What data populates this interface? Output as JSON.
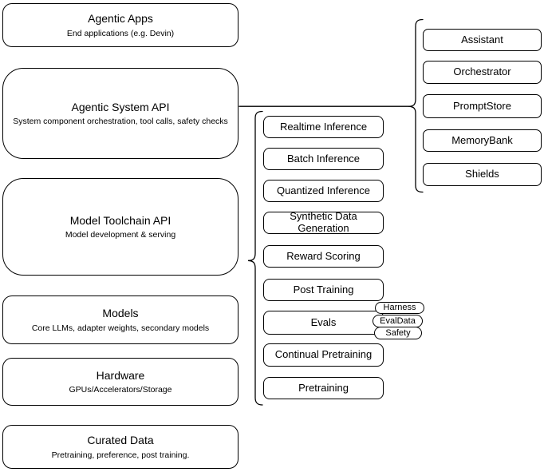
{
  "diagram": {
    "left_stack": [
      {
        "title": "Agentic Apps",
        "subtitle": "End applications (e.g. Devin)"
      },
      {
        "title": "Agentic System API",
        "subtitle": "System component orchestration, tool calls, safety checks"
      },
      {
        "title": "Model Toolchain API",
        "subtitle": "Model development & serving"
      },
      {
        "title": "Models",
        "subtitle": "Core LLMs, adapter weights, secondary models"
      },
      {
        "title": "Hardware",
        "subtitle": "GPUs/Accelerators/Storage"
      },
      {
        "title": "Curated Data",
        "subtitle": "Pretraining, preference, post training."
      }
    ],
    "toolchain_services": [
      "Realtime Inference",
      "Batch Inference",
      "Quantized Inference",
      "Synthetic Data Generation",
      "Reward Scoring",
      "Post Training",
      "Evals",
      "Continual Pretraining",
      "Pretraining"
    ],
    "eval_tags": [
      "Harness",
      "EvalData",
      "Safety"
    ],
    "system_components": [
      "Assistant",
      "Orchestrator",
      "PromptStore",
      "MemoryBank",
      "Shields"
    ],
    "colors": {
      "stroke": "#000000",
      "fill": "#ffffff",
      "text": "#000000",
      "background": "#ffffff"
    }
  }
}
